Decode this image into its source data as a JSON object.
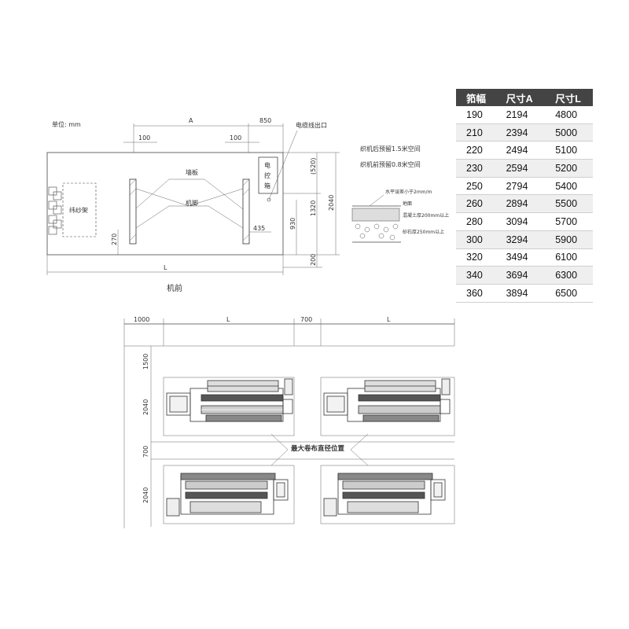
{
  "top_drawing": {
    "unit_label": "单位: mm",
    "dim_A": "A",
    "dim_850": "850",
    "dim_100_left": "100",
    "dim_100_right": "100",
    "cable_outlet": "电缆线出口",
    "wall_plate": "墙板",
    "machine_foot": "机脚",
    "creel": "纬纱架",
    "control_box_chars": [
      "电",
      "控",
      "箱"
    ],
    "dim_520": "(520)",
    "dim_2040": "2040",
    "dim_1320": "1320",
    "dim_930": "930",
    "dim_435": "435",
    "dim_270": "270",
    "dim_200": "200",
    "dim_L": "L",
    "front_label": "机前",
    "note_rear": "织机后预留1.5米空间",
    "note_front": "织机前预留0.8米空间",
    "note_level": "水平误差小于2mm/m",
    "note_floor": "地面",
    "note_concrete": "混凝土厚200mm以上",
    "note_gravel": "砂石厚250mm以上"
  },
  "spec_table": {
    "headers": [
      "筘幅",
      "尺寸A",
      "尺寸L"
    ],
    "rows": [
      [
        "190",
        "2194",
        "4800"
      ],
      [
        "210",
        "2394",
        "5000"
      ],
      [
        "220",
        "2494",
        "5100"
      ],
      [
        "230",
        "2594",
        "5200"
      ],
      [
        "250",
        "2794",
        "5400"
      ],
      [
        "260",
        "2894",
        "5500"
      ],
      [
        "280",
        "3094",
        "5700"
      ],
      [
        "300",
        "3294",
        "5900"
      ],
      [
        "320",
        "3494",
        "6100"
      ],
      [
        "340",
        "3694",
        "6300"
      ],
      [
        "360",
        "3894",
        "6500"
      ]
    ]
  },
  "bottom_drawing": {
    "dim_1000": "1000",
    "dim_L_left": "L",
    "dim_700_top": "700",
    "dim_L_right": "L",
    "dim_1500": "1500",
    "dim_2040_upper": "2040",
    "dim_700_side": "700",
    "dim_2040_lower": "2040",
    "max_roll_label": "最大卷布直径位置"
  }
}
